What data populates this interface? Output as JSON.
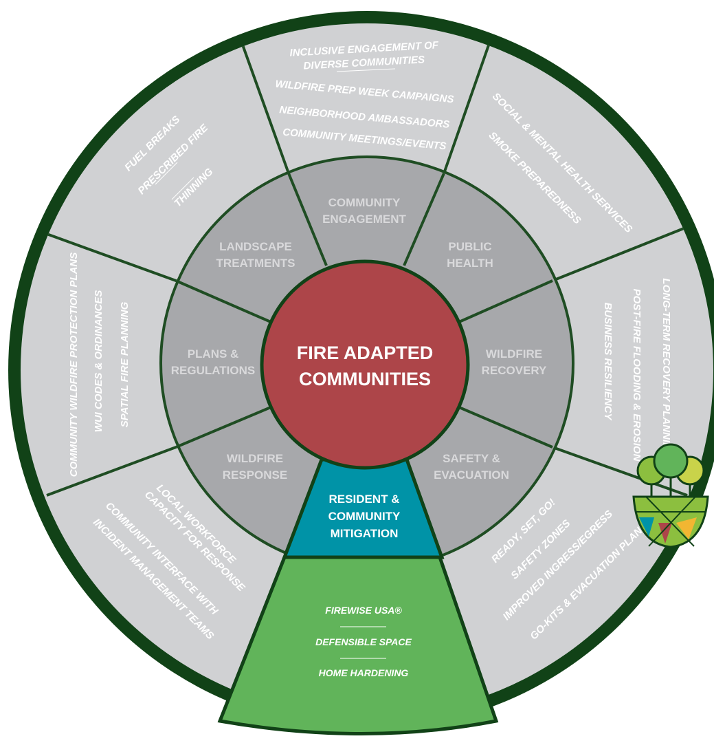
{
  "center": {
    "lines": [
      "FIRE ADAPTED",
      "COMMUNITIES"
    ]
  },
  "colors": {
    "outer_ring": "#114217",
    "segment_outer": "#d0d1d3",
    "segment_middle": "#a7a8ab",
    "segment_lines": "#1f4d23",
    "center": "#ad4549",
    "highlight_middle": "#0093a7",
    "highlight_outer": "#61b45a"
  },
  "segments": [
    {
      "id": "community-engagement",
      "category": [
        "COMMUNITY",
        "ENGAGEMENT"
      ],
      "items": [
        "INCLUSIVE ENGAGEMENT OF",
        "DIVERSE COMMUNITIES",
        "WILDFIRE PREP WEEK CAMPAIGNS",
        "NEIGHBORHOOD AMBASSADORS",
        "COMMUNITY MEETINGS/EVENTS"
      ]
    },
    {
      "id": "public-health",
      "category": [
        "PUBLIC",
        "HEALTH"
      ],
      "items": [
        "SOCIAL & MENTAL HEALTH SERVICES",
        "SMOKE PREPAREDNESS"
      ]
    },
    {
      "id": "wildfire-recovery",
      "category": [
        "WILDFIRE",
        "RECOVERY"
      ],
      "items": [
        "LONG-TERM RECOVERY PLANNING",
        "POST-FIRE FLOODING & EROSION",
        "BUSINESS RESILIENCY"
      ]
    },
    {
      "id": "safety-evacuation",
      "category": [
        "SAFETY &",
        "EVACUATION"
      ],
      "items": [
        "READY, SET, GO!",
        "SAFETY ZONES",
        "IMPROVED INGRESS/EGRESS",
        "GO-KITS & EVACUATION PLANS"
      ]
    },
    {
      "id": "resident-mitigation",
      "category": [
        "RESIDENT &",
        "COMMUNITY",
        "MITIGATION"
      ],
      "items": [
        "FIREWISE USA®",
        "DEFENSIBLE SPACE",
        "HOME HARDENING"
      ]
    },
    {
      "id": "wildfire-response",
      "category": [
        "WILDFIRE",
        "RESPONSE"
      ],
      "items": [
        "LOCAL WORKFORCE",
        "CAPACITY FOR RESPONSE",
        "COMMUNITY INTERFACE WITH",
        "INCIDENT MANAGEMENT TEAMS"
      ]
    },
    {
      "id": "plans-regulations",
      "category": [
        "PLANS &",
        "REGULATIONS"
      ],
      "items": [
        "COMMUNITY WILDFIRE PROTECTION PLANS",
        "WUI CODES & ORDINANCES",
        "SPATIAL FIRE PLANNING"
      ]
    },
    {
      "id": "landscape-treatments",
      "category": [
        "LANDSCAPE",
        "TREATMENTS"
      ],
      "items": [
        "FUEL BREAKS",
        "PRESCRIBED FIRE",
        "THINNING"
      ]
    }
  ],
  "logo": {
    "icon": "trees-landscape-logo"
  }
}
